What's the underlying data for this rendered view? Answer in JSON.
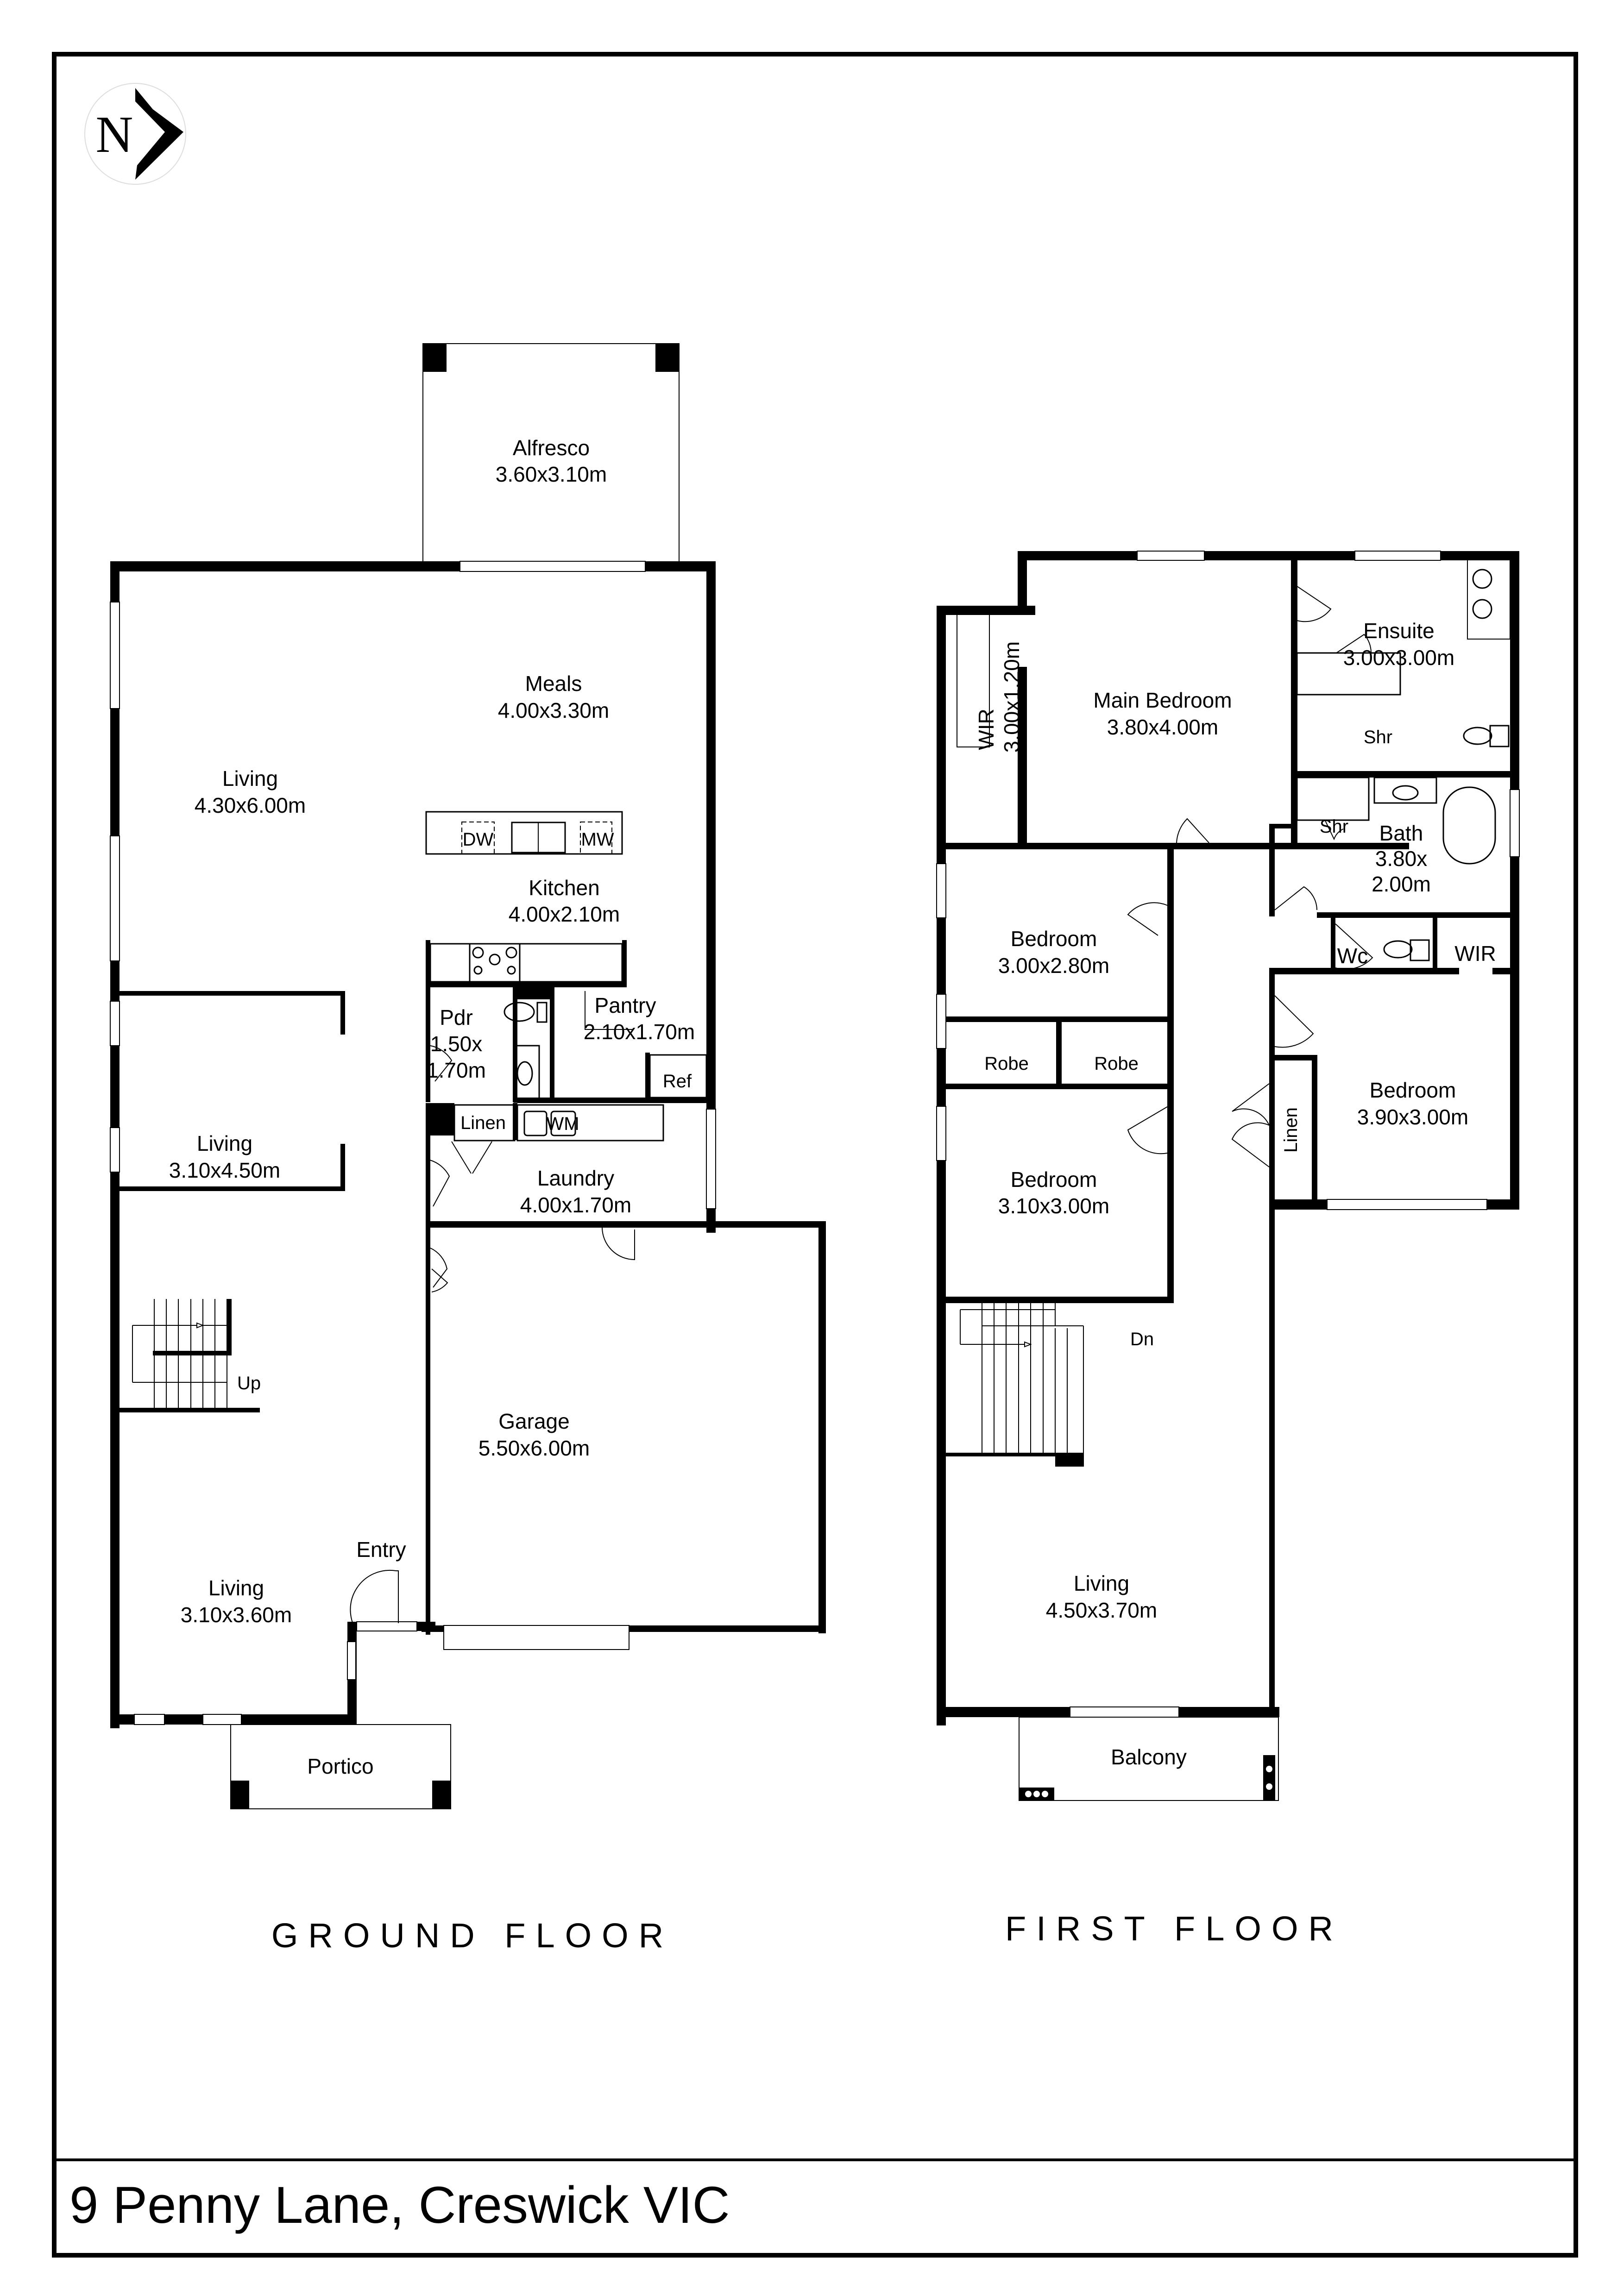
{
  "document": {
    "address": "9 Penny Lane, Creswick VIC",
    "compass": {
      "label": "N",
      "icon": "north-arrow-icon"
    }
  },
  "ground_floor": {
    "title": "GROUND FLOOR",
    "rooms": {
      "alfresco": {
        "name": "Alfresco",
        "size": "3.60x3.10m"
      },
      "meals": {
        "name": "Meals",
        "size": "4.00x3.30m"
      },
      "living_main": {
        "name": "Living",
        "size": "4.30x6.00m"
      },
      "kitchen": {
        "name": "Kitchen",
        "size": "4.00x2.10m"
      },
      "pdr": {
        "name": "Pdr",
        "size_line1": "1.50x",
        "size_line2": "1.70m"
      },
      "pantry": {
        "name": "Pantry",
        "size": "2.10x1.70m"
      },
      "living_mid": {
        "name": "Living",
        "size": "3.10x4.50m"
      },
      "laundry": {
        "name": "Laundry",
        "size": "4.00x1.70m"
      },
      "garage": {
        "name": "Garage",
        "size": "5.50x6.00m"
      },
      "living_front": {
        "name": "Living",
        "size": "3.10x3.60m"
      },
      "entry": {
        "name": "Entry"
      },
      "portico": {
        "name": "Portico"
      }
    },
    "fixtures": {
      "dw": "DW",
      "mw": "MW",
      "ref": "Ref",
      "linen": "Linen",
      "wm": "WM",
      "stairs_up": "Up"
    }
  },
  "first_floor": {
    "title": "FIRST FLOOR",
    "rooms": {
      "main_bedroom": {
        "name": "Main Bedroom",
        "size": "3.80x4.00m"
      },
      "wir_main": {
        "name": "WIR",
        "size": "3.00x1.20m"
      },
      "ensuite": {
        "name": "Ensuite",
        "size": "3.00x3.00m"
      },
      "bath": {
        "name": "Bath",
        "size_line1": "3.80x",
        "size_line2": "2.00m"
      },
      "bedroom_2": {
        "name": "Bedroom",
        "size": "3.00x2.80m"
      },
      "bedroom_3": {
        "name": "Bedroom",
        "size": "3.10x3.00m"
      },
      "bedroom_4": {
        "name": "Bedroom",
        "size": "3.90x3.00m"
      },
      "wc": {
        "name": "Wc"
      },
      "wir_small": {
        "name": "WIR"
      },
      "living": {
        "name": "Living",
        "size": "4.50x3.70m"
      },
      "balcony": {
        "name": "Balcony"
      }
    },
    "fixtures": {
      "shr_ensuite": "Shr",
      "shr_bath": "Shr",
      "robe_1": "Robe",
      "robe_2": "Robe",
      "linen": "Linen",
      "stairs_down": "Dn"
    }
  }
}
